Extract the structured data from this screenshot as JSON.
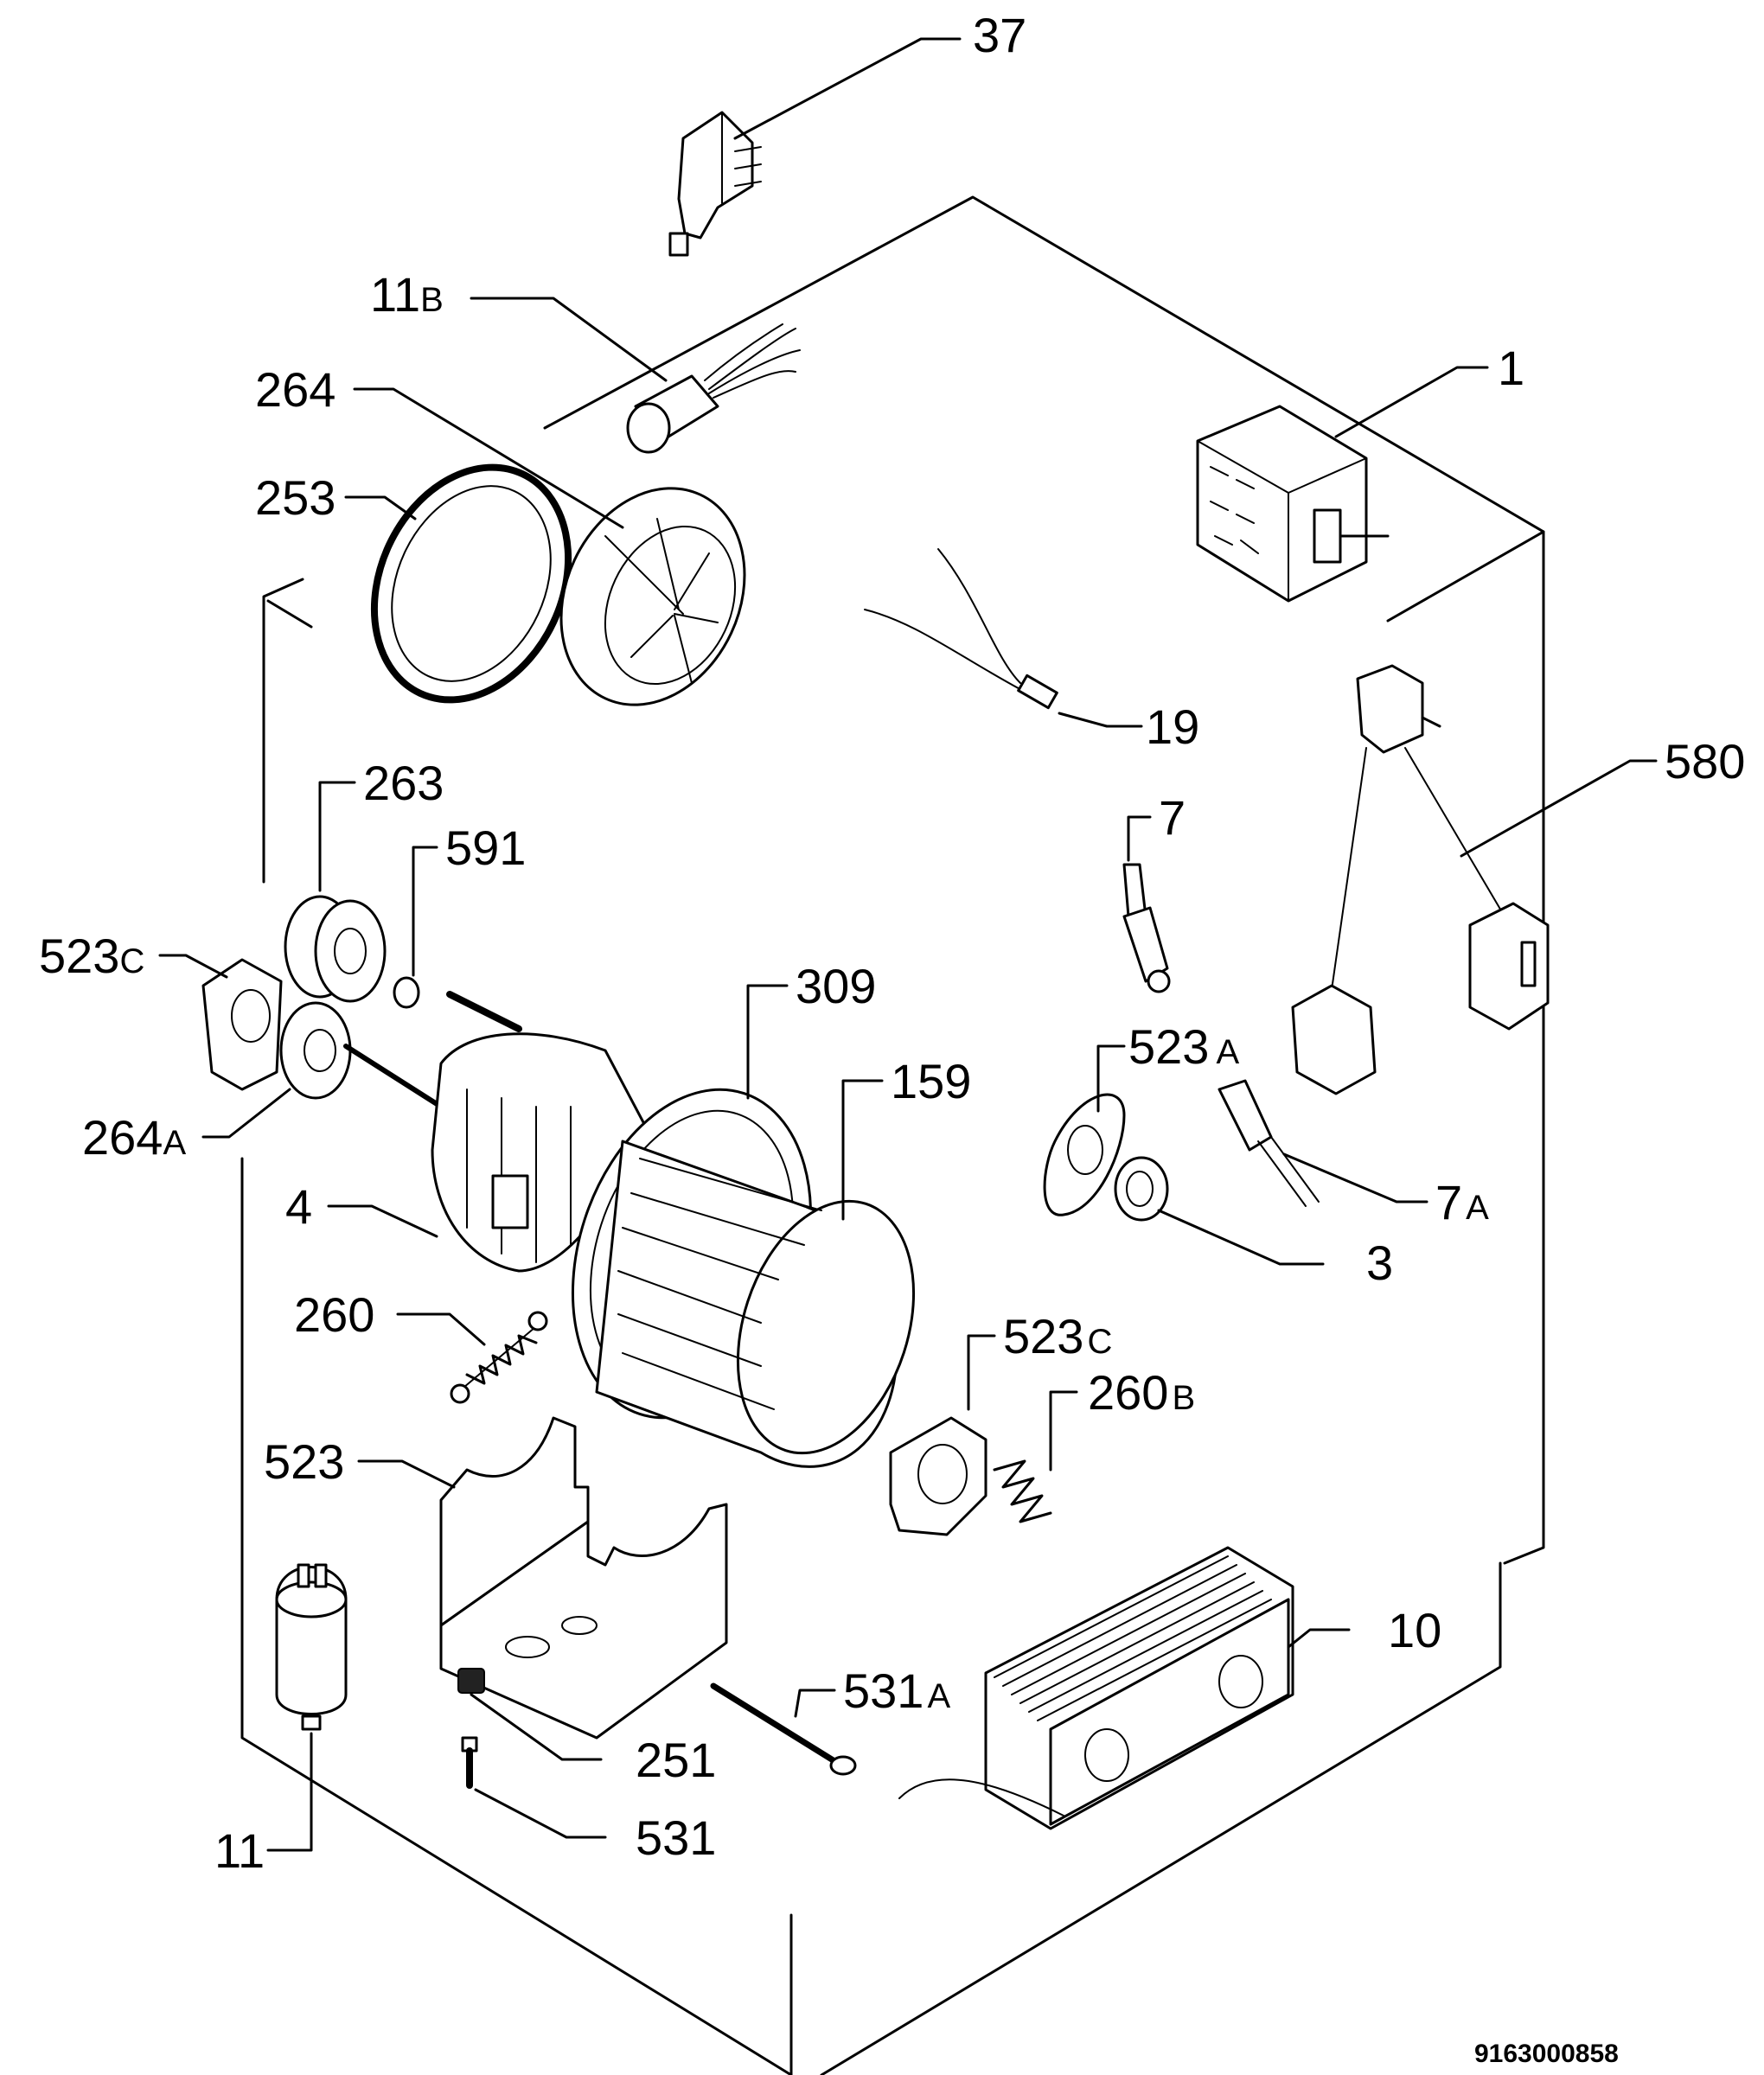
{
  "document_number": "9163000858",
  "labels": [
    {
      "id": "37",
      "num": "37",
      "suffix": ""
    },
    {
      "id": "11B",
      "num": "11",
      "suffix": "B"
    },
    {
      "id": "264",
      "num": "264",
      "suffix": ""
    },
    {
      "id": "253",
      "num": "253",
      "suffix": ""
    },
    {
      "id": "1",
      "num": "1",
      "suffix": ""
    },
    {
      "id": "19",
      "num": "19",
      "suffix": ""
    },
    {
      "id": "580",
      "num": "580",
      "suffix": ""
    },
    {
      "id": "263",
      "num": "263",
      "suffix": ""
    },
    {
      "id": "591",
      "num": "591",
      "suffix": ""
    },
    {
      "id": "7",
      "num": "7",
      "suffix": ""
    },
    {
      "id": "523C-left",
      "num": "523",
      "suffix": "C"
    },
    {
      "id": "309",
      "num": "309",
      "suffix": ""
    },
    {
      "id": "523A",
      "num": "523",
      "suffix": "A"
    },
    {
      "id": "159",
      "num": "159",
      "suffix": ""
    },
    {
      "id": "264A",
      "num": "264",
      "suffix": "A"
    },
    {
      "id": "7A",
      "num": "7",
      "suffix": "A"
    },
    {
      "id": "4",
      "num": "4",
      "suffix": ""
    },
    {
      "id": "3",
      "num": "3",
      "suffix": ""
    },
    {
      "id": "260",
      "num": "260",
      "suffix": ""
    },
    {
      "id": "523C-right",
      "num": "523",
      "suffix": "C"
    },
    {
      "id": "260B",
      "num": "260",
      "suffix": "B"
    },
    {
      "id": "523",
      "num": "523",
      "suffix": ""
    },
    {
      "id": "10",
      "num": "10",
      "suffix": ""
    },
    {
      "id": "531A",
      "num": "531",
      "suffix": "A"
    },
    {
      "id": "251",
      "num": "251",
      "suffix": ""
    },
    {
      "id": "11",
      "num": "11",
      "suffix": ""
    },
    {
      "id": "531",
      "num": "531",
      "suffix": ""
    }
  ]
}
